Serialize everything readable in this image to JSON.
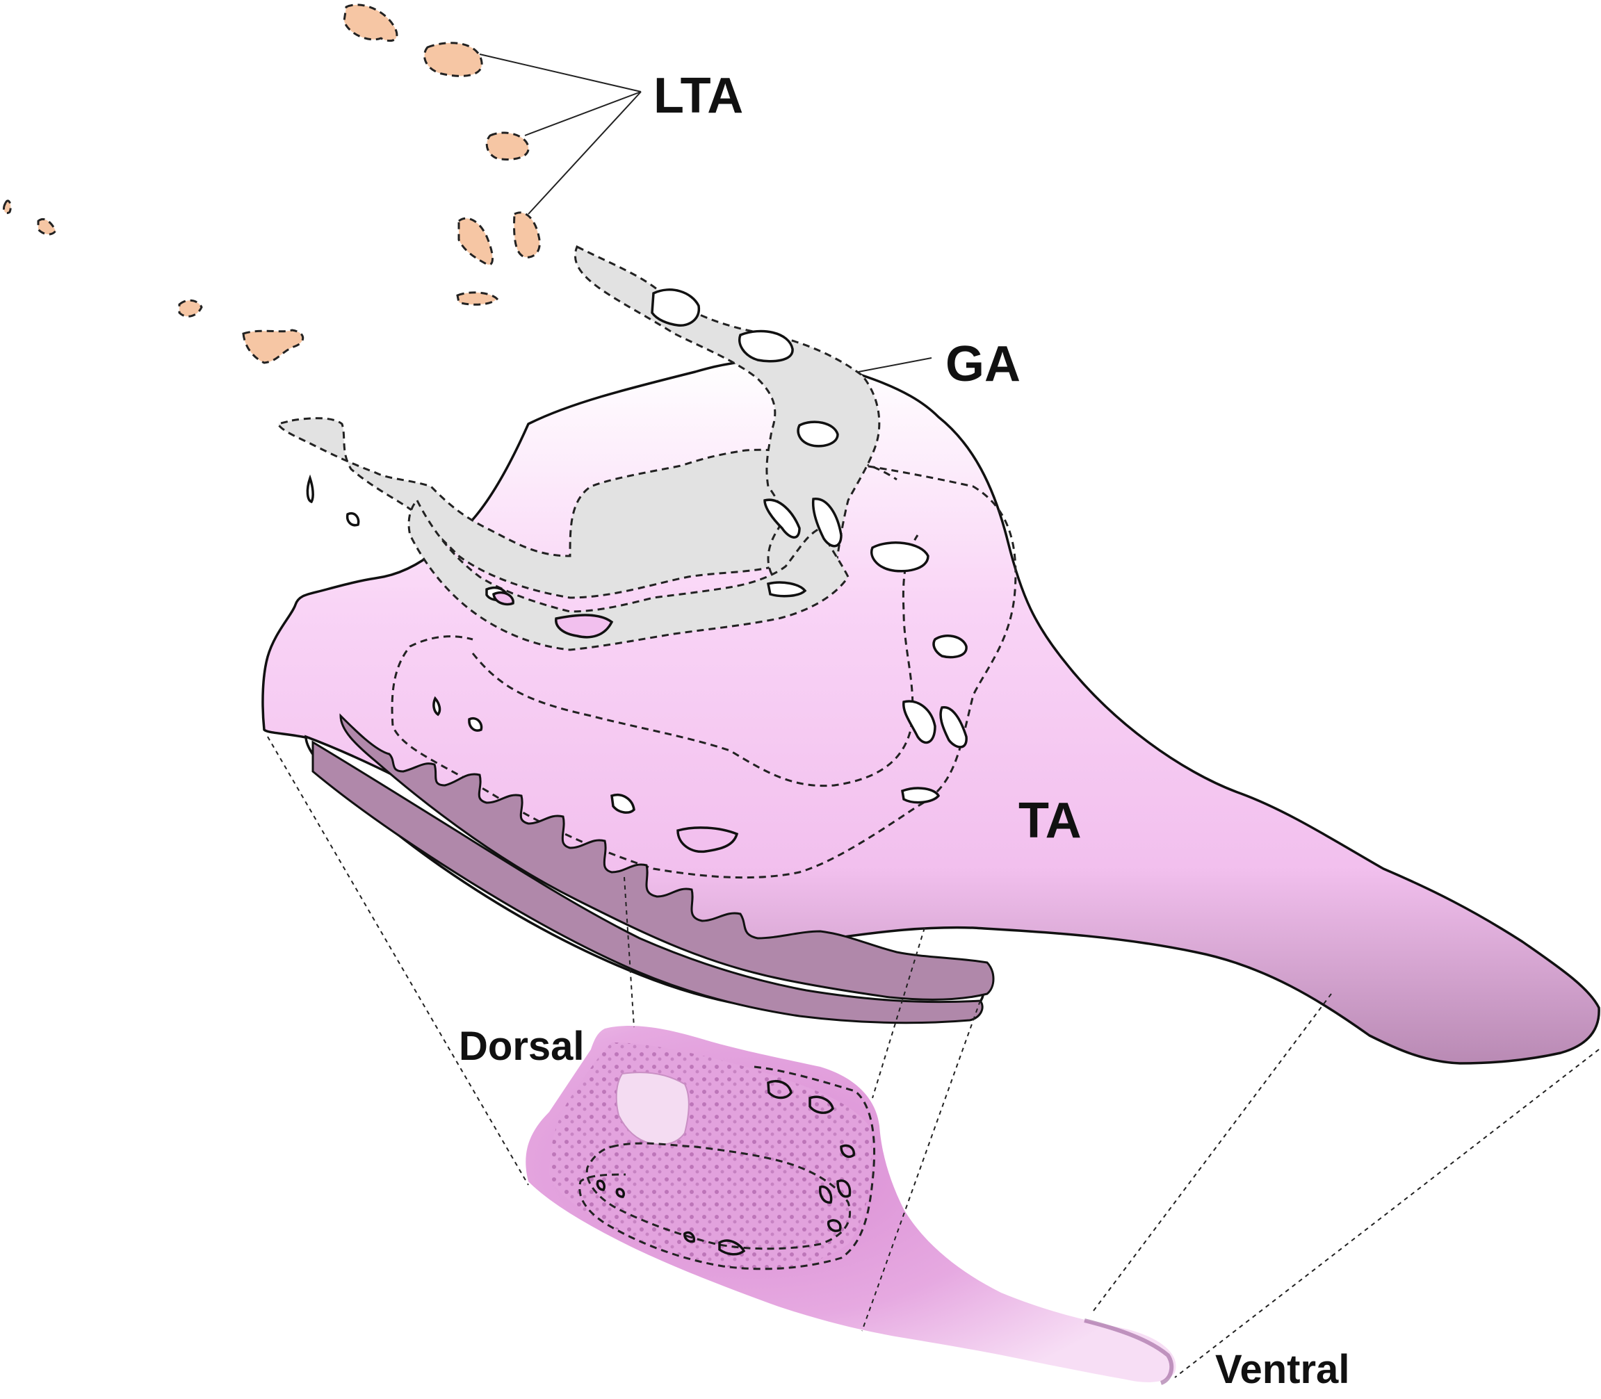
{
  "labels": {
    "lta": "LTA",
    "ga": "GA",
    "ta": "TA",
    "dorsal": "Dorsal",
    "ventral": "Ventral"
  },
  "colors": {
    "lta_fill": "#f6c6a4",
    "ga_fill": "#e2e2e2",
    "ta_fill_light": "#fde8fb",
    "ta_fill_mid": "#f3c0ef",
    "ta_fill_dark": "#b98ab4",
    "epithelium_fill": "#b088aa",
    "histology_tint": "#d77fd0",
    "outline": "#111111"
  }
}
